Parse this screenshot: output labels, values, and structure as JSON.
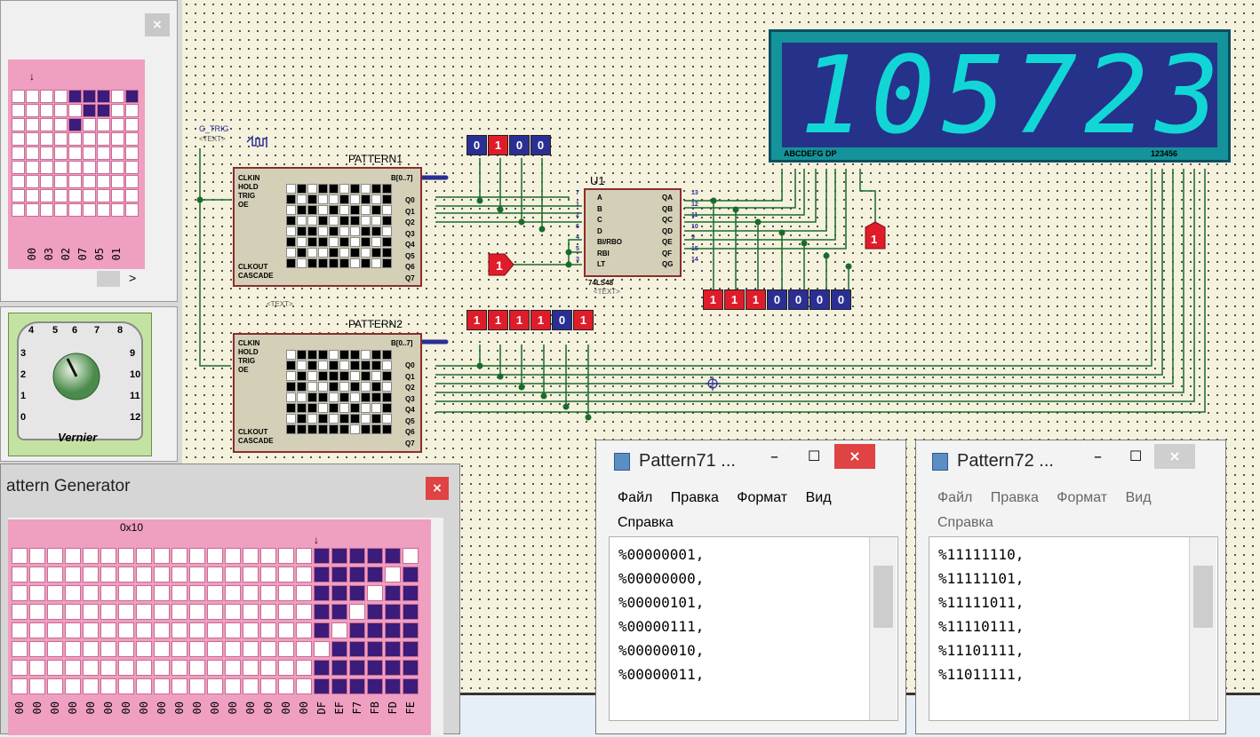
{
  "colors": {
    "canvas": "#f4f1dd",
    "grid_on": "#3b1c7a",
    "grid_off": "#ffffff",
    "pink": "#ef9fc0",
    "display_bg": "#26318a",
    "digit": "#12d6d6",
    "red": "#e01c2a",
    "blue": "#2b2f94"
  },
  "icons": {
    "close": "close-icon",
    "notepad": "notepad-icon",
    "knob": "knob-icon"
  },
  "left_panel": {
    "close": "×",
    "arrow": "↓",
    "col_labels": [
      "00",
      "03",
      "02",
      "07",
      "05",
      "01"
    ],
    "scroll_right": ">"
  },
  "dial": {
    "nums_top": [
      "4",
      "5",
      "6",
      "7",
      "8"
    ],
    "nums_left": [
      "3",
      "2",
      "1",
      "0"
    ],
    "nums_right": [
      "9",
      "10",
      "11",
      "12"
    ],
    "label": "Vernier"
  },
  "pattern_gen": {
    "title": "attern Generator",
    "close": "×",
    "marker": "0x10",
    "arrow": "↓",
    "col_labels": [
      "00",
      "00",
      "00",
      "00",
      "00",
      "00",
      "00",
      "00",
      "00",
      "00",
      "00",
      "00",
      "00",
      "00",
      "00",
      "00",
      "00",
      "DF",
      "EF",
      "F7",
      "FB",
      "FD",
      "FE"
    ]
  },
  "schematic": {
    "gtrig": "G_TRIG",
    "text_tag": "<TEXT>",
    "pattern1": {
      "name": "PATTERN1",
      "bus": "B[0..7]",
      "left_pins": [
        "CLKIN",
        "HOLD",
        "TRIG",
        "OE"
      ],
      "left_pins2": [
        "CLKOUT",
        "CASCADE"
      ],
      "right_pins": [
        "Q0",
        "Q1",
        "Q2",
        "Q3",
        "Q4",
        "Q5",
        "Q6",
        "Q7"
      ]
    },
    "pattern2": {
      "name": "PATTERN2",
      "bus": "B[0..7]",
      "left_pins": [
        "CLKIN",
        "HOLD",
        "TRIG",
        "OE"
      ],
      "left_pins2": [
        "CLKOUT",
        "CASCADE"
      ],
      "right_pins": [
        "Q0",
        "Q1",
        "Q2",
        "Q3",
        "Q4",
        "Q5",
        "Q6",
        "Q7"
      ]
    },
    "u1": {
      "name": "U1",
      "part": "74LS48",
      "tag": "<TEXT>",
      "left_pins": [
        "A",
        "B",
        "C",
        "D",
        "BI/RBO",
        "RBI",
        "LT"
      ],
      "left_nums": [
        "7",
        "1",
        "2",
        "6",
        "4",
        "5",
        "3"
      ],
      "right_pins": [
        "QA",
        "QB",
        "QC",
        "QD",
        "QE",
        "QF",
        "QG"
      ],
      "right_nums": [
        "13",
        "12",
        "11",
        "10",
        "9",
        "15",
        "14"
      ]
    },
    "probe_top": [
      "0",
      "1",
      "0",
      "0"
    ],
    "probe_mid": [
      "1",
      "1",
      "1",
      "0",
      "0",
      "0",
      "0"
    ],
    "probe_row2": [
      "1",
      "1",
      "1",
      "1",
      "0",
      "1"
    ],
    "logic_src": "1",
    "logic_src2": "1",
    "disp_labels_left": "ABCDEFG  DP",
    "disp_labels_right": "123456",
    "digits": [
      "1",
      "0",
      "5",
      "7",
      "2",
      "3"
    ],
    "text_tag2": "<TEXT>"
  },
  "notepad1": {
    "title": "Pattern71 ...",
    "menu": [
      "Файл",
      "Правка",
      "Формат",
      "Вид"
    ],
    "menu2": "Справка",
    "lines": [
      "%00000001,",
      "%00000000,",
      "%00000101,",
      "%00000111,",
      "%00000010,",
      "%00000011,"
    ],
    "min": "–",
    "max": "☐",
    "close": "×"
  },
  "notepad2": {
    "title": "Pattern72 ...",
    "menu": [
      "Файл",
      "Правка",
      "Формат",
      "Вид"
    ],
    "menu2": "Справка",
    "lines": [
      "%11111110,",
      "%11111101,",
      "%11111011,",
      "%11110111,",
      "%11101111,",
      "%11011111,"
    ],
    "min": "–",
    "max": "☐",
    "close": "×"
  }
}
